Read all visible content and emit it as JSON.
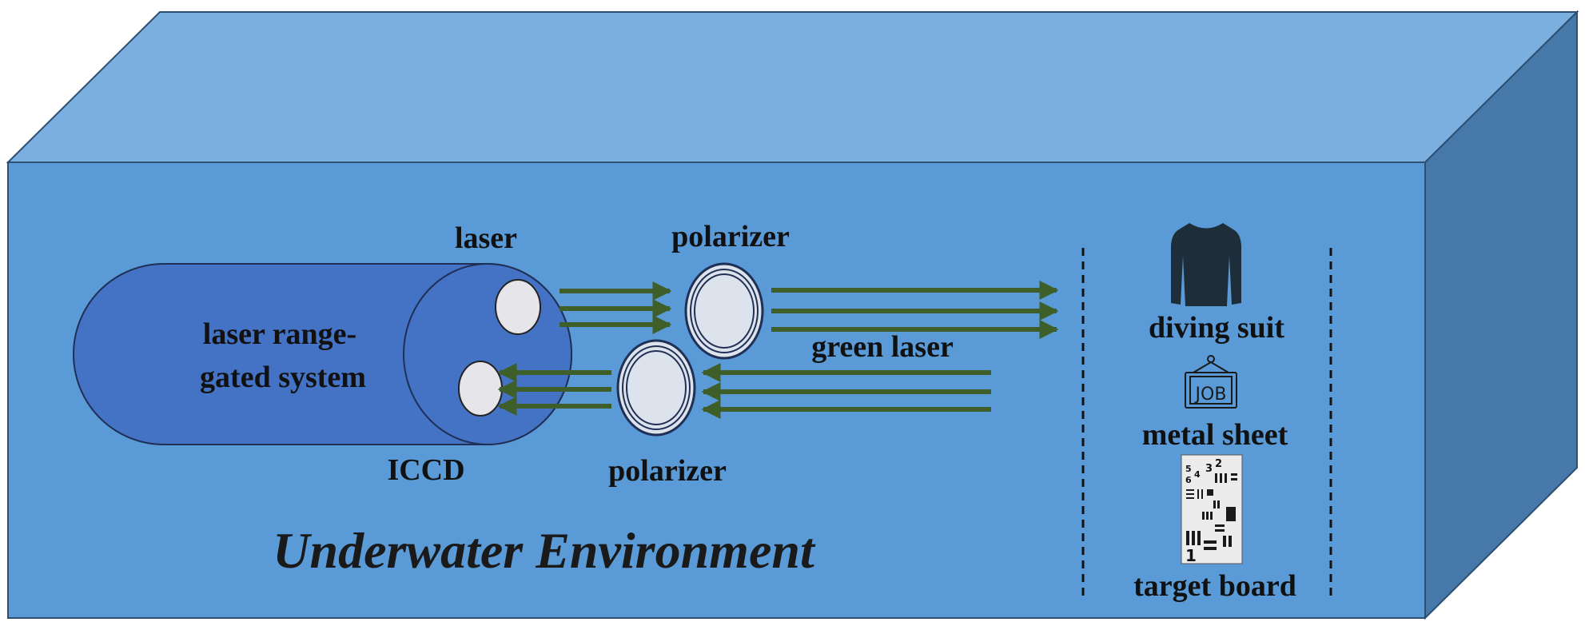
{
  "labels": {
    "laser": "laser",
    "polarizer_top": "polarizer",
    "polarizer_bottom": "polarizer",
    "system_line1": "laser range-",
    "system_line2": "gated system",
    "iccd": "ICCD",
    "green_laser": "green laser",
    "diving_suit": "diving suit",
    "metal_sheet": "metal sheet",
    "target_board": "target board",
    "environment": "Underwater Environment",
    "job": "JOB",
    "target_numbers": [
      "2",
      "3",
      "4",
      "5",
      "6",
      "1"
    ]
  },
  "colors": {
    "box_front": "#5a9ad6",
    "box_top": "#7aafdf",
    "box_side": "#4679a9",
    "cylinder": "#4472c4",
    "arrow": "#3f5f2a",
    "lens": "#dde3ec",
    "suit": "#1e2d3a"
  },
  "icons": [
    "diving-suit-icon",
    "metal-sheet-icon",
    "target-board-icon"
  ]
}
